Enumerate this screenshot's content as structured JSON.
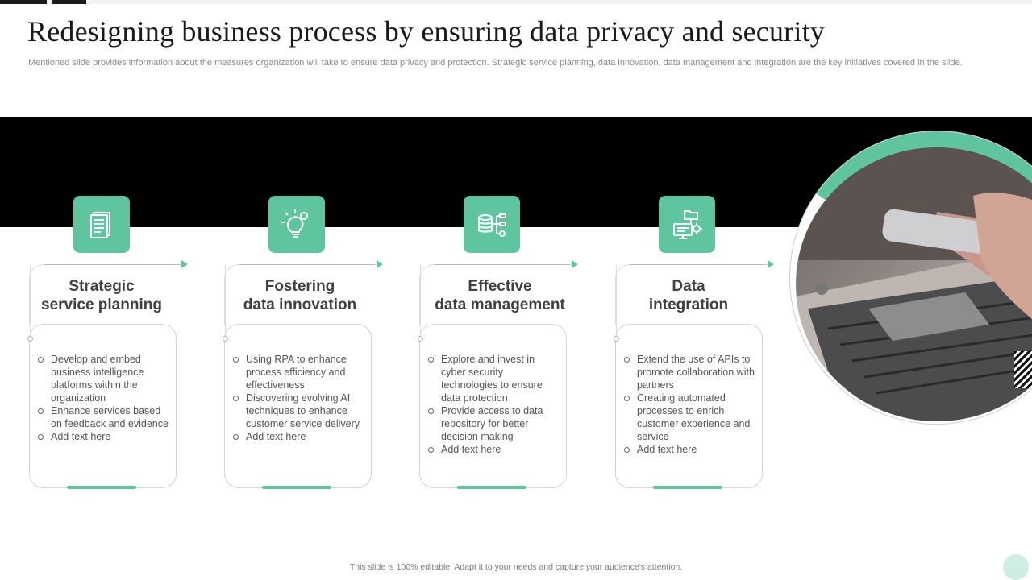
{
  "title": "Redesigning business process by ensuring data privacy and security",
  "subtitle": "Mentioned slide provides information about the measures organization will take to ensure data privacy and protection. Strategic service planning, data innovation, data management and integration are the key initiatives covered in the slide.",
  "accent_color": "#5fc59f",
  "cards": [
    {
      "icon": "document-list-icon",
      "title_line1": "Strategic",
      "title_line2": "service planning",
      "bullets": [
        "Develop and embed business intelligence platforms within the organization",
        "Enhance services based on feedback and evidence",
        "Add text here"
      ]
    },
    {
      "icon": "lightbulb-gear-icon",
      "title_line1": "Fostering",
      "title_line2": "data innovation",
      "bullets": [
        "Using RPA to enhance process efficiency and effectiveness",
        "Discovering evolving AI techniques to enhance customer service delivery",
        "Add text here"
      ]
    },
    {
      "icon": "database-network-icon",
      "title_line1": "Effective",
      "title_line2": "data management",
      "bullets": [
        "Explore and invest in cyber security technologies to ensure data protection",
        "Provide access to data repository for better decision making",
        "Add text here"
      ]
    },
    {
      "icon": "folder-monitor-gear-icon",
      "title_line1": "Data",
      "title_line2": "integration",
      "bullets": [
        "Extend the use of APIs to promote collaboration with partners",
        "Creating automated processes to enrich customer experience and service",
        "Add text here"
      ]
    }
  ],
  "footer": "This slide is 100% editable. Adapt it to your needs and capture your audience's attention."
}
